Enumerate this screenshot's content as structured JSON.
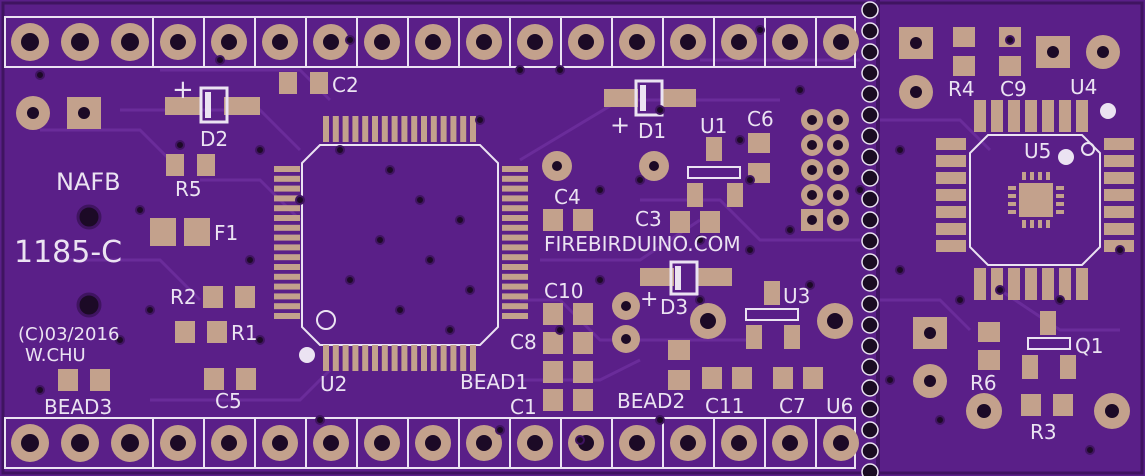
{
  "colors": {
    "board": "#5a1f88",
    "board_dark": "#3f1460",
    "trace": "#6a2c9a",
    "pad": "#c3a18c",
    "hole": "#1c0a26",
    "silk": "#ebe3f2"
  },
  "board_text": {
    "nafb": "NAFB",
    "part_no": "1185-C",
    "copyright": "(C)03/2016",
    "author": "W.CHU",
    "website": "FIREBIRDUINO.COM"
  },
  "plus_marks": [
    "+",
    "+",
    "+",
    "+"
  ],
  "designators": {
    "C2": "C2",
    "D2": "D2",
    "R5": "R5",
    "F1": "F1",
    "R2": "R2",
    "R1": "R1",
    "BEAD3": "BEAD3",
    "C5": "C5",
    "U2": "U2",
    "D1": "D1",
    "U1": "U1",
    "C6": "C6",
    "C4": "C4",
    "C3": "C3",
    "C10": "C10",
    "C8": "C8",
    "BEAD1": "BEAD1",
    "C1": "C1",
    "D3": "D3",
    "U3": "U3",
    "BEAD2": "BEAD2",
    "C11": "C11",
    "C7": "C7",
    "U6": "U6",
    "R4": "R4",
    "C9": "C9",
    "U4": "U4",
    "U5": "U5",
    "Q1": "Q1",
    "R6": "R6",
    "R3": "R3"
  }
}
